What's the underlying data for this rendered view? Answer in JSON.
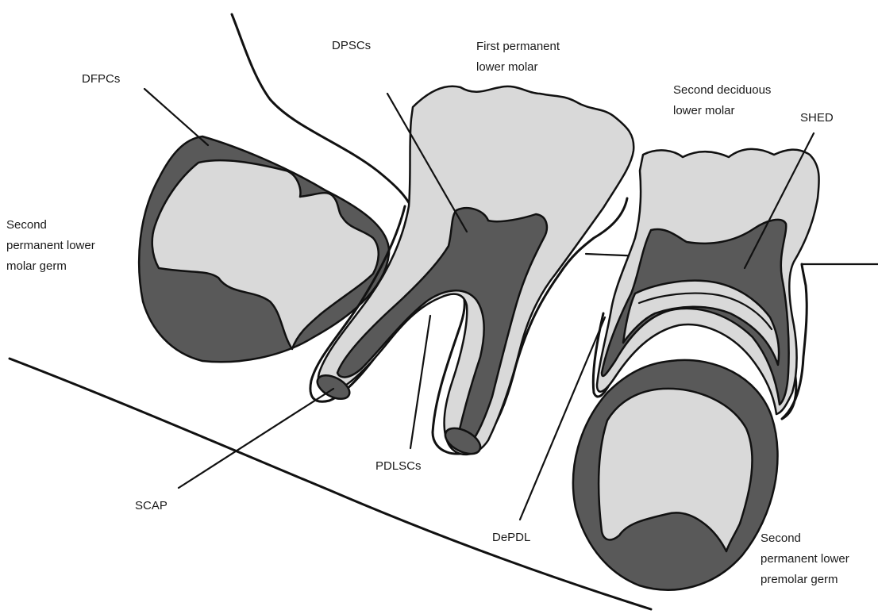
{
  "labels": {
    "dfpcs": "DFPCs",
    "dpscs": "DPSCs",
    "first_molar_line1": "First permanent",
    "first_molar_line2": "lower molar",
    "second_deciduous_line1": "Second deciduous",
    "second_deciduous_line2": "lower molar",
    "shed": "SHED",
    "second_molar_germ_line1": "Second",
    "second_molar_germ_line2": "permanent lower",
    "second_molar_germ_line3": "molar germ",
    "scap": "SCAP",
    "pdlscs": "PDLSCs",
    "depdl": "DePDL",
    "premolar_germ_line1": "Second",
    "premolar_germ_line2": "permanent lower",
    "premolar_germ_line3": "premolar germ"
  },
  "colors": {
    "tissue_dark": "#595959",
    "tissue_light": "#d9d9d9",
    "outline": "#111111",
    "background": "#ffffff"
  }
}
